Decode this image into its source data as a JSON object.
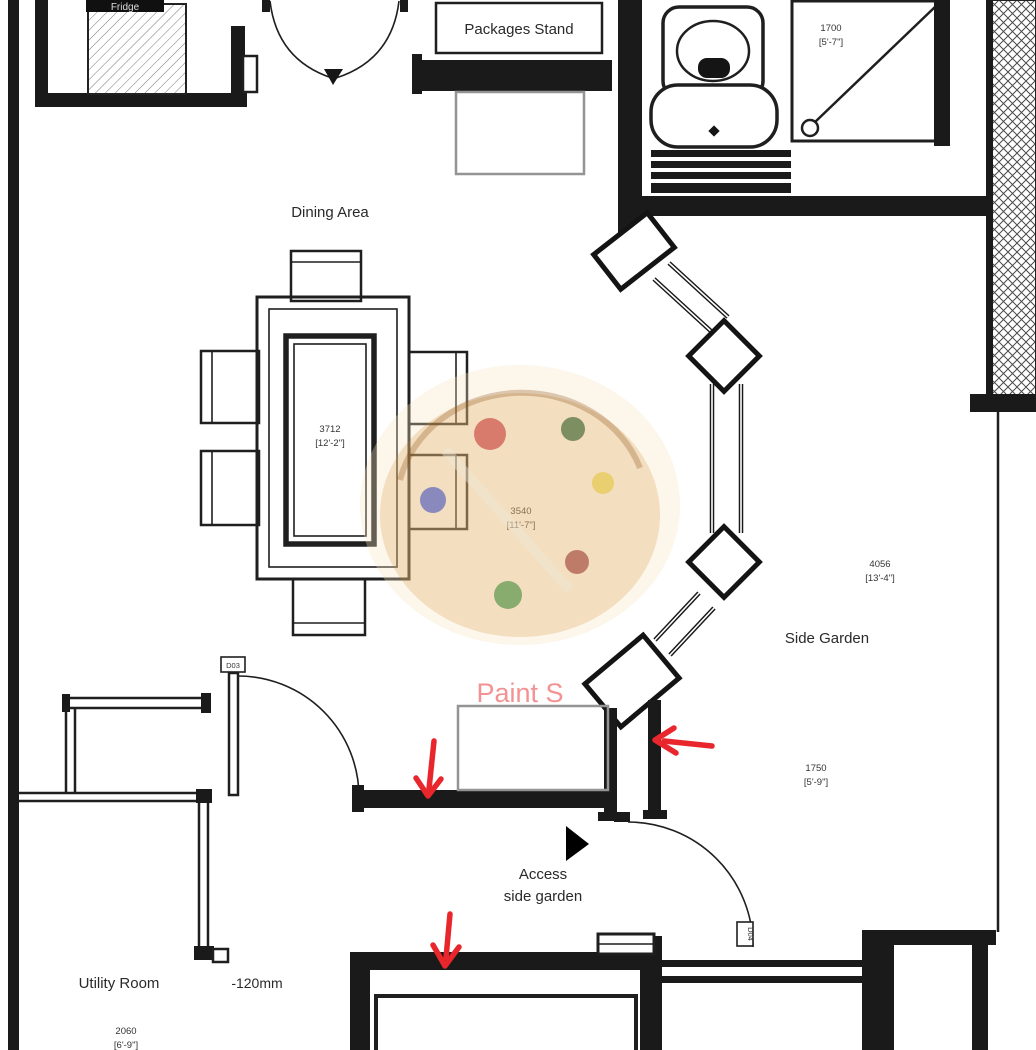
{
  "plan": {
    "rooms": {
      "packages_stand": "Packages Stand",
      "dining_area": "Dining Area",
      "side_garden": "Side Garden",
      "utility_room": "Utility Room",
      "access_line1": "Access",
      "access_line2": "side garden",
      "offset_note": "-120mm",
      "fridge": "Fridge"
    },
    "dims": {
      "table_mm": "3712",
      "table_ft": "[12'-2\"]",
      "dining_mm": "3540",
      "dining_ft": "[11'-7\"]",
      "garden_len_mm": "4056",
      "garden_len_ft": "[13'-4\"]",
      "garden_wid_mm": "1750",
      "garden_wid_ft": "[5'-9\"]",
      "shower_mm": "1700",
      "shower_ft": "[5'-7\"]",
      "utility_mm": "2060",
      "utility_ft": "[6'-9\"]"
    },
    "doors": {
      "d03": "D03",
      "d04": "D04"
    },
    "colors": {
      "annotation": "#e8262c",
      "line": "#1a1a1a",
      "light_line": "#949494",
      "palette": "#d4882a",
      "watermark_text": "#f07878"
    },
    "watermark": {
      "text": "Paint S"
    }
  }
}
